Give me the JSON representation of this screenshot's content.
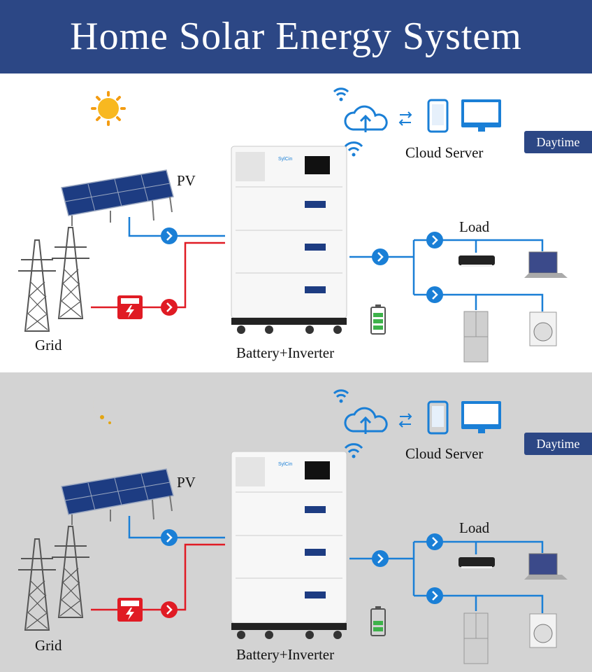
{
  "title": "Home Solar Energy System",
  "panels": [
    {
      "icon": "sun-icon",
      "badge": "Daytime",
      "labels": {
        "pv": "PV",
        "grid": "Grid",
        "battery": "Battery+Inverter",
        "load": "Load",
        "cloud": "Cloud Server"
      },
      "brand": "SylCin"
    },
    {
      "icon": "moon-icon",
      "badge": "Daytime",
      "labels": {
        "pv": "PV",
        "grid": "Grid",
        "battery": "Battery+Inverter",
        "load": "Load",
        "cloud": "Cloud Server"
      },
      "brand": "SylCin"
    }
  ],
  "colors": {
    "header": "#2c4785",
    "solar_line": "#1a7fd6",
    "grid_line": "#e01b24",
    "panel_night_bg": "#d3d3d3"
  }
}
